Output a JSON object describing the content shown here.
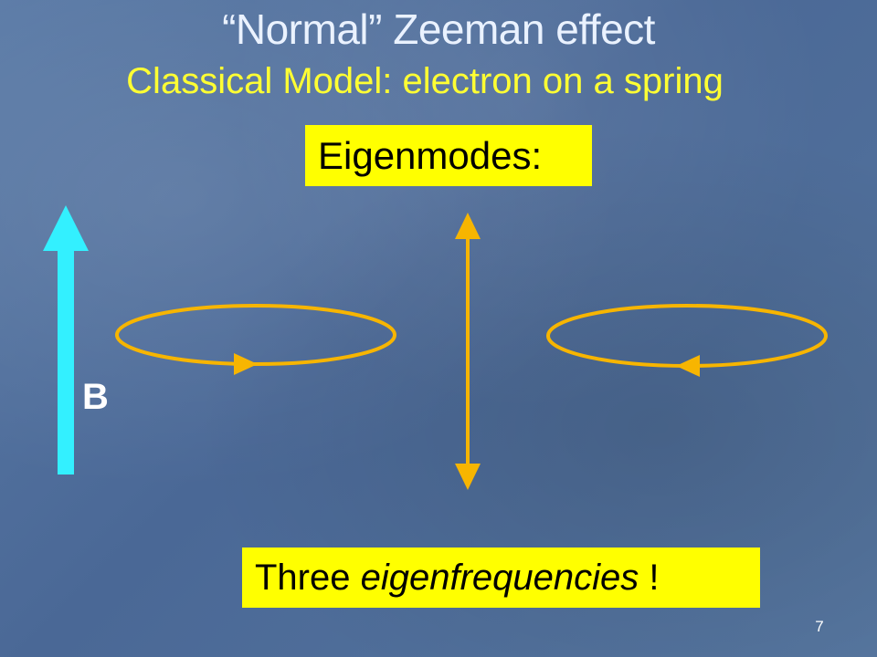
{
  "slide": {
    "title": "“Normal” Zeeman effect",
    "subtitle": "Classical Model: electron on a spring",
    "eigenmodes_label": "Eigenmodes:",
    "field_label": "B",
    "conclusion_prefix": "Three ",
    "conclusion_italic": "eigenfrequencies",
    "conclusion_suffix": " !",
    "page_number": "7"
  },
  "colors": {
    "accent_yellow": "#ffff00",
    "orbit_orange": "#f7b500",
    "field_cyan": "#33f0ff",
    "title_text": "#eaf2ff"
  }
}
